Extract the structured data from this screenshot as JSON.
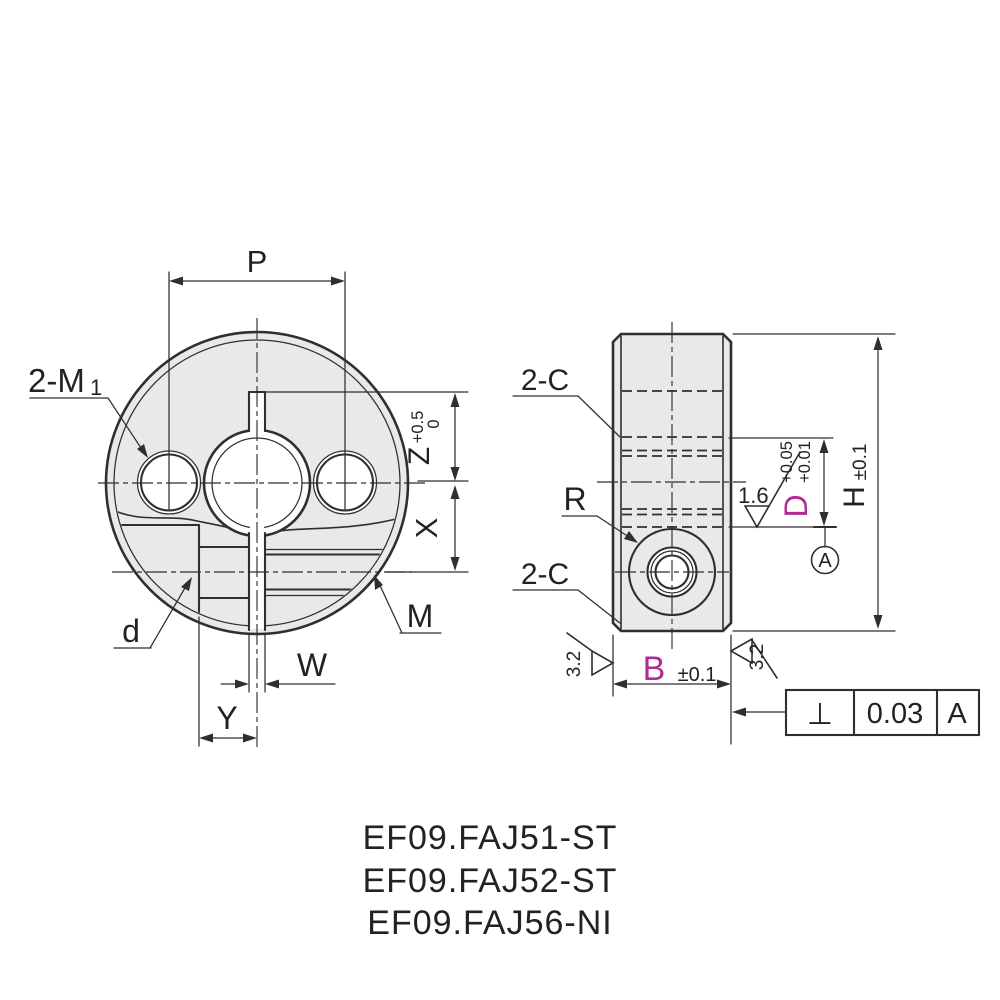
{
  "drawing": {
    "front": {
      "pitch_label": "P",
      "tap_label": "2-M",
      "tap_label_sub": "1",
      "slit_depth_label": "Z",
      "slit_depth_tol_upper": "+0.5",
      "slit_depth_tol_lower": "0",
      "offset_label": "X",
      "thread_label": "M",
      "counterbore_label": "d",
      "slit_width_label": "W",
      "edge_to_center_label": "Y"
    },
    "side": {
      "chamfer_label_top": "2-C",
      "chamfer_label_bottom": "2-C",
      "radius_label": "R",
      "bore_roughness": "1.6",
      "bore_dia_label": "D",
      "bore_dia_tol_upper": "+0.05",
      "bore_dia_tol_lower": "+0.01",
      "height_label": "H",
      "height_tol": "±0.1",
      "datum_label": "A",
      "width_label": "B",
      "width_tol": "±0.1",
      "face_roughness_left": "3.2",
      "face_roughness_right": "3.2",
      "tolerance_frame": {
        "symbol": "⊥",
        "value": "0.03",
        "datum": "A"
      }
    },
    "part_numbers": [
      "EF09.FAJ51-ST",
      "EF09.FAJ52-ST",
      "EF09.FAJ56-NI"
    ],
    "colors": {
      "accent": "#b22b94",
      "line": "#2f2f2f"
    }
  }
}
